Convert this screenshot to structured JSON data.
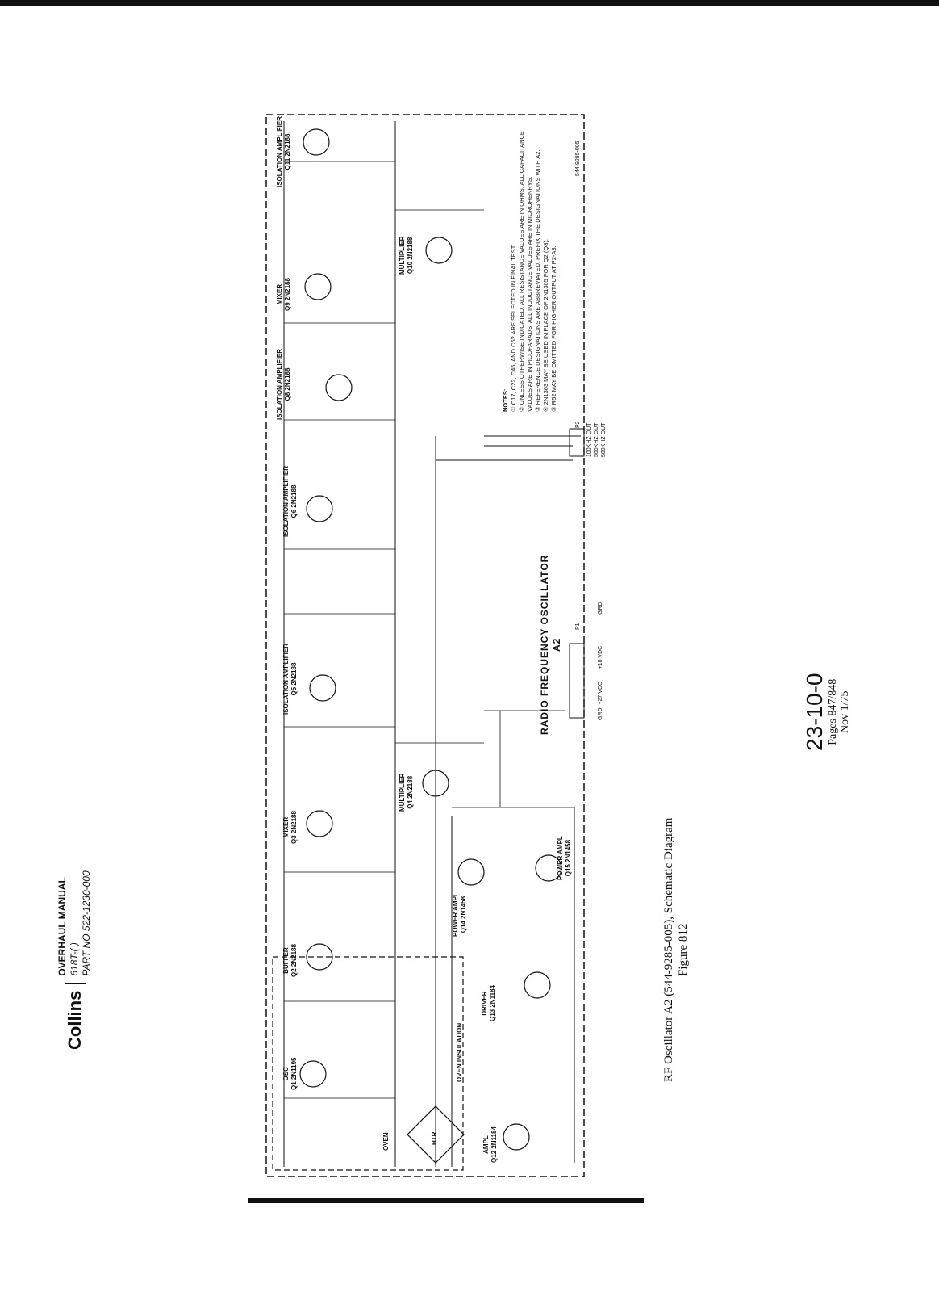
{
  "header": {
    "brand": "Collins",
    "manual": "OVERHAUL MANUAL",
    "model": "618T-( )",
    "part": "PART NO 522-1230-000"
  },
  "caption": {
    "line1": "RF Oscillator A2 (544-9285-005), Schematic Diagram",
    "line2": "Figure 812"
  },
  "page_number": {
    "code": "23-10-0",
    "pages": "Pages 847/848",
    "date": "Nov 1/75"
  },
  "schematic": {
    "title_line1": "RADIO FREQUENCY OSCILLATOR",
    "title_line2": "A2",
    "stages": [
      {
        "name": "OSC",
        "part": "Q1 2N1195"
      },
      {
        "name": "BUFFER",
        "part": "Q2 2N2188"
      },
      {
        "name": "MIXER",
        "part": "Q3 2N2188"
      },
      {
        "name": "ISOLATION AMPLIFIER",
        "part": "Q5 2N2188"
      },
      {
        "name": "ISOLATION AMPLIFIER",
        "part": "Q6 2N2188"
      },
      {
        "name": "ISOLATION AMPLIFIER",
        "part": "Q8 2N2188"
      },
      {
        "name": "MIXER",
        "part": "Q9 2N2188"
      },
      {
        "name": "ISOLATION AMPLIFIER",
        "part": "Q11 2N2188"
      },
      {
        "name": "MULTIPLIER",
        "part": "Q4 2N2188"
      },
      {
        "name": "MULTIPLIER",
        "part": "Q10 2N2188"
      },
      {
        "name": "AMPL",
        "part": "Q12 2N1184"
      },
      {
        "name": "DRIVER",
        "part": "Q13 2N1184"
      },
      {
        "name": "POWER AMPL",
        "part": "Q14 2N1458"
      },
      {
        "name": "POWER AMPL",
        "part": "Q15 2N1458"
      }
    ],
    "oven_label": "OVEN INSULATION",
    "htr_label": "HTR",
    "oven": "OVEN",
    "connector_p1": {
      "name": "P1",
      "pins": [
        "GRD",
        "+18 VDC",
        "+27 VDC",
        "GRD"
      ]
    },
    "connector_p2": {
      "name": "P2",
      "outputs": [
        "100KHZ OUT",
        "500KHZ OUT",
        "500KHZ OUT"
      ]
    },
    "notes_head": "NOTES:",
    "notes": [
      "① C17, C22, C45, AND C62 ARE SELECTED IN FINAL TEST.",
      "② UNLESS OTHERWISE INDICATED, ALL RESISTANCE VALUES ARE IN OHMS, ALL CAPACITANCE",
      "VALUES ARE IN PICOFARADS, ALL INDUCTANCE VALUES ARE IN MICROHENRYS.",
      "③ REFERENCE DESIGNATIONS ARE ABBREVIATED. PREFIX THE DESIGNATIONS WITH A2.",
      "④ 2N1303 MAY BE USED IN PLACE OF 2N1305 FOR Q2 (Q8).",
      "⑤ R52 MAY BE OMITTED FOR HIGHER OUTPUT AT P2-A3."
    ],
    "drawing_number": "544-9285-005"
  }
}
